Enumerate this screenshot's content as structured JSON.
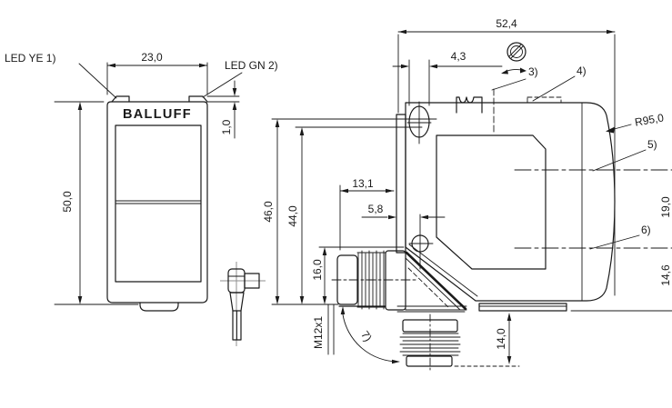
{
  "labels": {
    "brand": "BALLUFF",
    "led_yellow": "LED YE 1)",
    "led_green": "LED GN 2)",
    "front_width": "23,0",
    "led_height": "1,0",
    "front_height": "50,0",
    "overall_depth": "52,4",
    "slot_width": "4,3",
    "ref_adjuster": "3)",
    "ref_label_plate": "4)",
    "front_radius": "R95,0",
    "ref_axis_upper": "5)",
    "ref_axis_lower": "6)",
    "axis_spacing": "19,0",
    "axis_to_bottom": "14,6",
    "height_to_slot": "46,0",
    "height_to_hole": "44,0",
    "face_to_bracket": "13,1",
    "hole_center_offset": "5,8",
    "connector_height": "16,0",
    "thread": "M12x1",
    "ref_rotation": "7)",
    "connector_length": "14,0"
  },
  "colors": {
    "line": "#1a1a1a",
    "centerline": "#8f8f8f",
    "background": "#ffffff"
  }
}
